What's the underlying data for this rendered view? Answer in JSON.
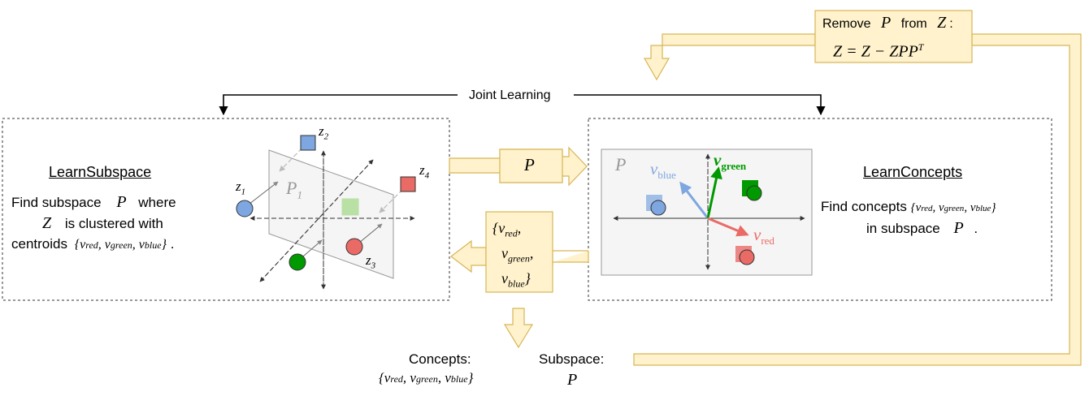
{
  "top_box": {
    "line1_prefix": "Remove",
    "line1_P": "P",
    "line1_mid": "from",
    "line1_Z": "Z",
    "line1_colon": ":",
    "formula": "Z = Z − ZPP",
    "formula_sup": "T"
  },
  "joint_learning": "Joint Learning",
  "left_panel": {
    "title": "LearnSubspace",
    "line1_prefix": "Find subspace",
    "line1_P": "P",
    "line1_suffix": "where",
    "line2_Z": "Z",
    "line2_suffix": "is clustered with",
    "line3_prefix": "centroids",
    "plane_label": "P",
    "plane_sub": "1",
    "points": [
      "z",
      "z",
      "z",
      "z"
    ],
    "point_subs": [
      "1",
      "2",
      "3",
      "4"
    ]
  },
  "right_panel": {
    "title": "LearnConcepts",
    "line1": "Find concepts",
    "line2_prefix": "in subspace",
    "line2_P": "P",
    "line2_suffix": ".",
    "plane_label": "P",
    "v_blue": "v",
    "v_blue_sub": "blue",
    "v_green": "v",
    "v_green_sub": "green",
    "v_red": "v",
    "v_red_sub": "red"
  },
  "arrow_P": "P",
  "vec_box": {
    "l1": "{v",
    "l1_sub": "red",
    "l1_end": ",",
    "l2": "v",
    "l2_sub": "green",
    "l2_end": ",",
    "l3": "v",
    "l3_sub": "blue",
    "l3_end": "}"
  },
  "set_expr": {
    "open": "{v",
    "s1": "red",
    "c1": ", v",
    "s2": "green",
    "c2": ", v",
    "s3": "blue",
    "close": "}"
  },
  "outputs": {
    "concepts_label": "Concepts:",
    "subspace_label": "Subspace:",
    "subspace_P": "P"
  },
  "colors": {
    "arrow_fill": "#fff2cc",
    "arrow_stroke": "#d6b656",
    "blue": "#7ea6e0",
    "green": "#009900",
    "red": "#ea6b66",
    "plane": "#f5f5f5"
  }
}
